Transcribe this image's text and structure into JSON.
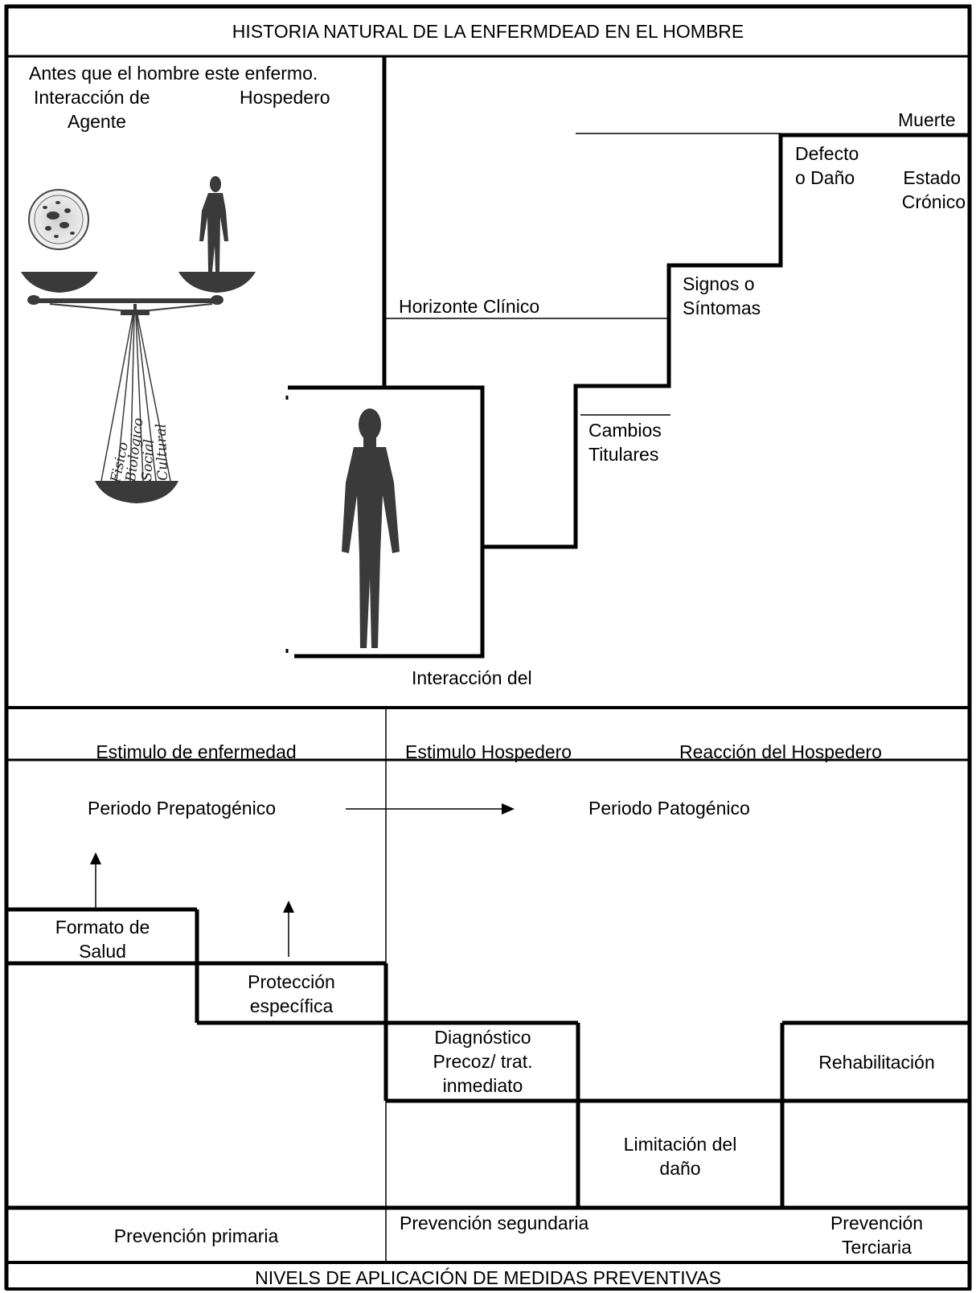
{
  "title": "HISTORIA NATURAL DE LA ENFERMDEAD EN EL HOMBRE",
  "left_panel": {
    "before": "Antes que el hombre este enfermo.",
    "interaccion_de": "Interacción de",
    "hospedero": "Hospedero",
    "agente": "Agente",
    "scale_labels": [
      "Fisico",
      "Biologico",
      "Social",
      "Cultural"
    ]
  },
  "stairs": {
    "muerte": "Muerte",
    "defecto_1": "Defecto",
    "defecto_2": "o Daño",
    "estado_1": "Estado",
    "estado_2": "Crónico",
    "signos_1": "Signos o",
    "signos_2": "Síntomas",
    "horizonte": "Horizonte Clínico",
    "cambios_1": "Cambios",
    "cambios_2": "Titulares",
    "interaccion_del": "Interacción del"
  },
  "stimulus_row": {
    "enfermedad": "Estimulo de enfermedad",
    "hospedero": "Estimulo Hospedero",
    "reaccion": "Reacción del Hospedero"
  },
  "periods": {
    "prepatogenico": "Periodo Prepatogénico",
    "patogenico": "Periodo Patogénico"
  },
  "levels": {
    "formato_1": "Formato de",
    "formato_2": "Salud",
    "proteccion_1": "Protección",
    "proteccion_2": "específica",
    "diagnostico_1": "Diagnóstico",
    "diagnostico_2": "Precoz/ trat.",
    "diagnostico_3": "inmediato",
    "limitacion_1": "Limitación del",
    "limitacion_2": "daño",
    "rehabilitacion": "Rehabilitación"
  },
  "prevention": {
    "primaria": "Prevención primaria",
    "segundaria": "Prevención segundaria",
    "terciaria_1": "Prevención",
    "terciaria_2": "Terciaria"
  },
  "footer": "NIVELS DE APLICACIÓN DE MEDIDAS PREVENTIVAS",
  "colors": {
    "line": "#000000",
    "figure": "#3a3a3a",
    "background": "#ffffff"
  }
}
